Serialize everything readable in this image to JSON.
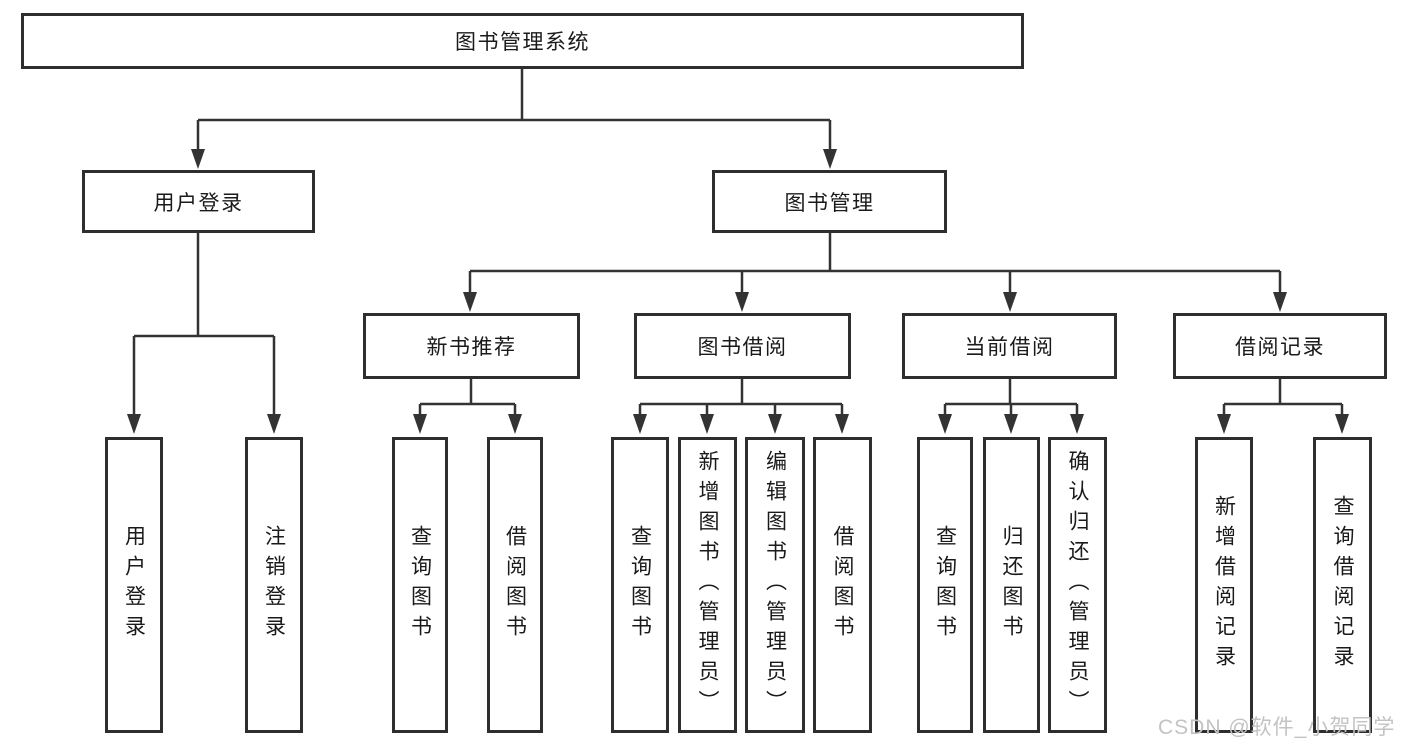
{
  "diagram_type": "functional-structure-tree",
  "tree": {
    "label": "图书管理系统",
    "children": [
      {
        "label": "用户登录",
        "children": [
          {
            "label": "用户登录"
          },
          {
            "label": "注销登录"
          }
        ]
      },
      {
        "label": "图书管理",
        "children": [
          {
            "label": "新书推荐",
            "children": [
              {
                "label": "查询图书"
              },
              {
                "label": "借阅图书"
              }
            ]
          },
          {
            "label": "图书借阅",
            "children": [
              {
                "label": "查询图书"
              },
              {
                "label": "新增图书（管理员）"
              },
              {
                "label": "编辑图书（管理员）"
              },
              {
                "label": "借阅图书"
              }
            ]
          },
          {
            "label": "当前借阅",
            "children": [
              {
                "label": "查询图书"
              },
              {
                "label": "归还图书"
              },
              {
                "label": "确认归还（管理员）"
              }
            ]
          },
          {
            "label": "借阅记录",
            "children": [
              {
                "label": "新增借阅记录"
              },
              {
                "label": "查询借阅记录"
              }
            ]
          }
        ]
      }
    ]
  },
  "watermark": "CSDN @软件_小贺同学",
  "colors": {
    "line": "#333333",
    "box_border": "#2e2e2e",
    "box_background": "#ffffff",
    "text": "#1a1a1a",
    "watermark": "#c3c3c3",
    "page_background": "#ffffff"
  }
}
